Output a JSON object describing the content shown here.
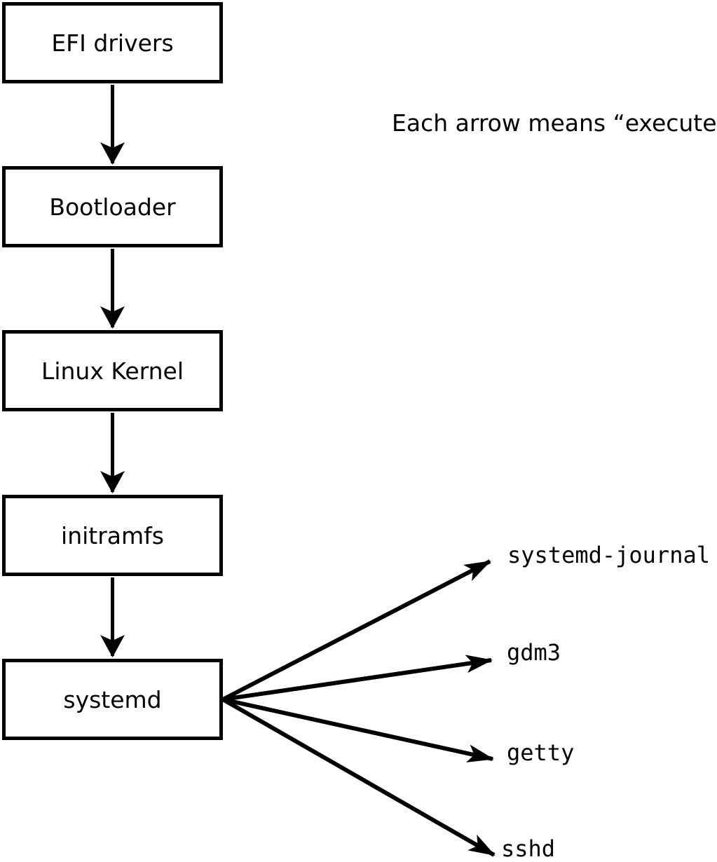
{
  "diagram": {
    "note": "Each arrow means “executes”.",
    "boot_chain": [
      {
        "label": "EFI drivers"
      },
      {
        "label": "Bootloader"
      },
      {
        "label": "Linux Kernel"
      },
      {
        "label": "initramfs"
      },
      {
        "label": "systemd"
      }
    ],
    "spawned_processes": [
      {
        "label": "systemd-journal"
      },
      {
        "label": "gdm3"
      },
      {
        "label": "getty"
      },
      {
        "label": "sshd"
      }
    ],
    "edges": [
      {
        "from": "EFI drivers",
        "to": "Bootloader"
      },
      {
        "from": "Bootloader",
        "to": "Linux Kernel"
      },
      {
        "from": "Linux Kernel",
        "to": "initramfs"
      },
      {
        "from": "initramfs",
        "to": "systemd"
      },
      {
        "from": "systemd",
        "to": "systemd-journal"
      },
      {
        "from": "systemd",
        "to": "gdm3"
      },
      {
        "from": "systemd",
        "to": "getty"
      },
      {
        "from": "systemd",
        "to": "sshd"
      }
    ],
    "colors": {
      "line": "#000000",
      "box_border": "#000000",
      "box_fill": "#ffffff",
      "background": "#ffffff",
      "text": "#000000"
    }
  }
}
